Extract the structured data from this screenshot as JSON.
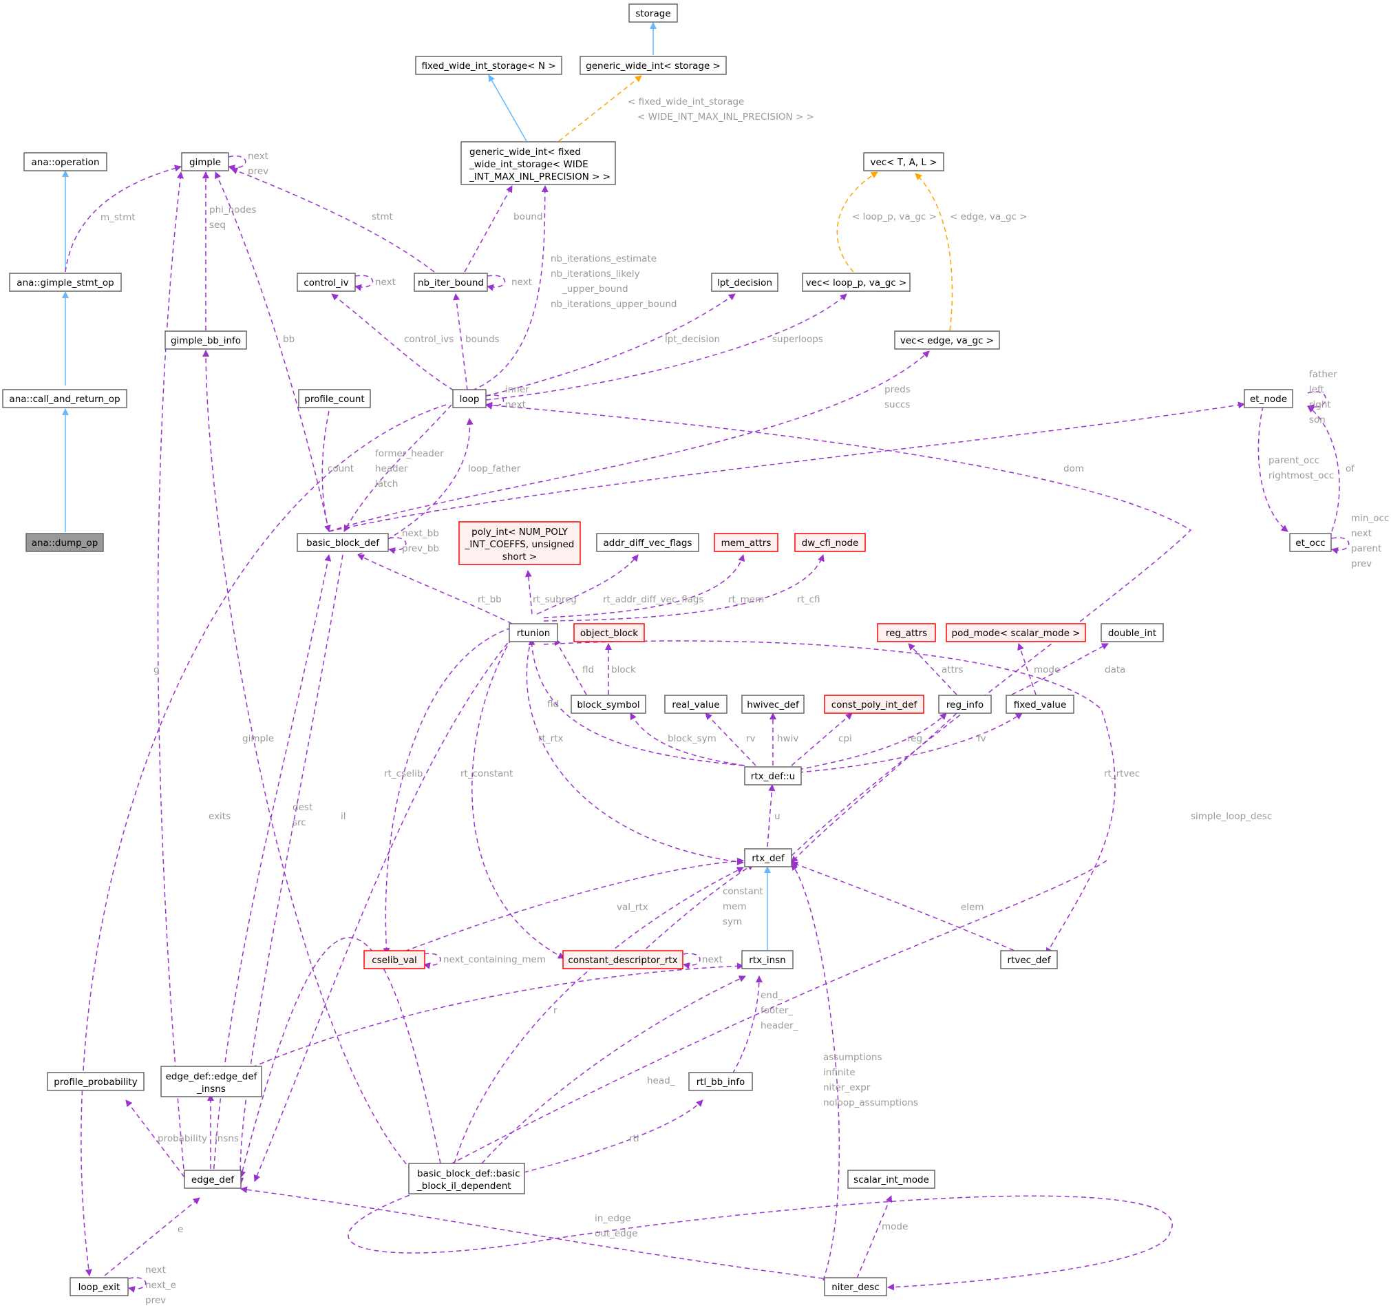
{
  "colors": {
    "node_border": "#666666",
    "red_node_border": "#ff0000",
    "red_node_fill": "#fff0f0",
    "highlighted_node_fill": "#999999",
    "usage_edge": "#9a32cd",
    "inheritance_edge": "#63b8ff",
    "template_edge": "#ffa500",
    "edge_label": "#9a9a9a"
  },
  "nodes": [
    {
      "id": "storage",
      "lines": [
        "storage"
      ]
    },
    {
      "id": "fixed_wide_int_storage",
      "lines": [
        "fixed_wide_int_storage< N >"
      ]
    },
    {
      "id": "generic_wide_int_storage",
      "lines": [
        "generic_wide_int< storage >"
      ]
    },
    {
      "id": "ana_operation",
      "lines": [
        "ana::operation"
      ]
    },
    {
      "id": "gimple",
      "lines": [
        "gimple"
      ]
    },
    {
      "id": "generic_wide_int_fixed",
      "lines": [
        "generic_wide_int< fixed",
        "_wide_int_storage< WIDE",
        "_INT_MAX_INL_PRECISION > >"
      ]
    },
    {
      "id": "vec_tal",
      "lines": [
        "vec< T, A, L >"
      ]
    },
    {
      "id": "ana_gimple_stmt_op",
      "lines": [
        "ana::gimple_stmt_op"
      ]
    },
    {
      "id": "control_iv",
      "lines": [
        "control_iv"
      ]
    },
    {
      "id": "nb_iter_bound",
      "lines": [
        "nb_iter_bound"
      ]
    },
    {
      "id": "lpt_decision",
      "lines": [
        "lpt_decision"
      ]
    },
    {
      "id": "vec_loop_p",
      "lines": [
        "vec< loop_p, va_gc >"
      ]
    },
    {
      "id": "gimple_bb_info",
      "lines": [
        "gimple_bb_info"
      ]
    },
    {
      "id": "vec_edge",
      "lines": [
        "vec< edge, va_gc >"
      ]
    },
    {
      "id": "ana_call_and_return_op",
      "lines": [
        "ana::call_and_return_op"
      ]
    },
    {
      "id": "profile_count",
      "lines": [
        "profile_count"
      ]
    },
    {
      "id": "loop",
      "lines": [
        "loop"
      ]
    },
    {
      "id": "et_node",
      "lines": [
        "et_node"
      ]
    },
    {
      "id": "ana_dump_op",
      "lines": [
        "ana::dump_op"
      ]
    },
    {
      "id": "basic_block_def",
      "lines": [
        "basic_block_def"
      ]
    },
    {
      "id": "poly_int",
      "lines": [
        "poly_int< NUM_POLY",
        "_INT_COEFFS, unsigned",
        "short >"
      ]
    },
    {
      "id": "addr_diff_vec_flags",
      "lines": [
        "addr_diff_vec_flags"
      ]
    },
    {
      "id": "mem_attrs",
      "lines": [
        "mem_attrs"
      ]
    },
    {
      "id": "dw_cfi_node",
      "lines": [
        "dw_cfi_node"
      ]
    },
    {
      "id": "et_occ",
      "lines": [
        "et_occ"
      ]
    },
    {
      "id": "rtunion",
      "lines": [
        "rtunion"
      ]
    },
    {
      "id": "object_block",
      "lines": [
        "object_block"
      ]
    },
    {
      "id": "reg_attrs",
      "lines": [
        "reg_attrs"
      ]
    },
    {
      "id": "pod_mode",
      "lines": [
        "pod_mode< scalar_mode >"
      ]
    },
    {
      "id": "double_int",
      "lines": [
        "double_int"
      ]
    },
    {
      "id": "block_symbol",
      "lines": [
        "block_symbol"
      ]
    },
    {
      "id": "real_value",
      "lines": [
        "real_value"
      ]
    },
    {
      "id": "hwivec_def",
      "lines": [
        "hwivec_def"
      ]
    },
    {
      "id": "const_poly_int_def",
      "lines": [
        "const_poly_int_def"
      ]
    },
    {
      "id": "reg_info",
      "lines": [
        "reg_info"
      ]
    },
    {
      "id": "fixed_value",
      "lines": [
        "fixed_value"
      ]
    },
    {
      "id": "rtx_def_u",
      "lines": [
        "rtx_def::u"
      ]
    },
    {
      "id": "rtx_def",
      "lines": [
        "rtx_def"
      ]
    },
    {
      "id": "cselib_val",
      "lines": [
        "cselib_val"
      ]
    },
    {
      "id": "constant_descriptor_rtx",
      "lines": [
        "constant_descriptor_rtx"
      ]
    },
    {
      "id": "rtx_insn",
      "lines": [
        "rtx_insn"
      ]
    },
    {
      "id": "rtvec_def",
      "lines": [
        "rtvec_def"
      ]
    },
    {
      "id": "profile_probability",
      "lines": [
        "profile_probability"
      ]
    },
    {
      "id": "edge_def_insns",
      "lines": [
        "edge_def::edge_def",
        "_insns"
      ]
    },
    {
      "id": "rtl_bb_info",
      "lines": [
        "rtl_bb_info"
      ]
    },
    {
      "id": "edge_def",
      "lines": [
        "edge_def"
      ]
    },
    {
      "id": "bb_il_dependent",
      "lines": [
        "basic_block_def::basic",
        "_block_il_dependent"
      ]
    },
    {
      "id": "scalar_int_mode",
      "lines": [
        "scalar_int_mode"
      ]
    },
    {
      "id": "loop_exit",
      "lines": [
        "loop_exit"
      ]
    },
    {
      "id": "niter_desc",
      "lines": [
        "niter_desc"
      ]
    }
  ],
  "edge_labels": [
    {
      "id": "lbl_fixed_storage_1",
      "text": "< fixed_wide_int_storage"
    },
    {
      "id": "lbl_fixed_storage_2",
      "text": "< WIDE_INT_MAX_INL_PRECISION > >"
    },
    {
      "id": "lbl_gimple_next",
      "text": "next"
    },
    {
      "id": "lbl_gimple_prev",
      "text": "prev"
    },
    {
      "id": "lbl_m_stmt",
      "text": "m_stmt"
    },
    {
      "id": "lbl_phi_nodes",
      "text": "phi_nodes"
    },
    {
      "id": "lbl_seq",
      "text": "seq"
    },
    {
      "id": "lbl_stmt",
      "text": "stmt"
    },
    {
      "id": "lbl_bound",
      "text": "bound"
    },
    {
      "id": "lbl_vec_loop_p",
      "text": "< loop_p, va_gc >"
    },
    {
      "id": "lbl_vec_edge",
      "text": "< edge, va_gc >"
    },
    {
      "id": "lbl_nb_est",
      "text": "nb_iterations_estimate"
    },
    {
      "id": "lbl_nb_likely",
      "text": "nb_iterations_likely"
    },
    {
      "id": "lbl_nb_upper",
      "text": "_upper_bound"
    },
    {
      "id": "lbl_nb_upper_bound",
      "text": "nb_iterations_upper_bound"
    },
    {
      "id": "lbl_control_iv_next",
      "text": "next"
    },
    {
      "id": "lbl_nb_iter_next",
      "text": "next"
    },
    {
      "id": "lbl_control_ivs",
      "text": "control_ivs"
    },
    {
      "id": "lbl_bounds",
      "text": "bounds"
    },
    {
      "id": "lbl_lpt_decision",
      "text": "lpt_decision"
    },
    {
      "id": "lbl_superloops",
      "text": "superloops"
    },
    {
      "id": "lbl_bb",
      "text": "bb"
    },
    {
      "id": "lbl_inner",
      "text": "inner"
    },
    {
      "id": "lbl_next_loop",
      "text": "next"
    },
    {
      "id": "lbl_preds",
      "text": "preds"
    },
    {
      "id": "lbl_succs",
      "text": "succs"
    },
    {
      "id": "lbl_father",
      "text": "father"
    },
    {
      "id": "lbl_left",
      "text": "left"
    },
    {
      "id": "lbl_right",
      "text": "right"
    },
    {
      "id": "lbl_son",
      "text": "son"
    },
    {
      "id": "lbl_former_header",
      "text": "former_header"
    },
    {
      "id": "lbl_header",
      "text": "header"
    },
    {
      "id": "lbl_latch",
      "text": "latch"
    },
    {
      "id": "lbl_count",
      "text": "count"
    },
    {
      "id": "lbl_loop_father",
      "text": "loop_father"
    },
    {
      "id": "lbl_dom",
      "text": "dom"
    },
    {
      "id": "lbl_parent_occ",
      "text": "parent_occ"
    },
    {
      "id": "lbl_rightmost_occ",
      "text": "rightmost_occ"
    },
    {
      "id": "lbl_of",
      "text": "of"
    },
    {
      "id": "lbl_min_occ",
      "text": "min_occ"
    },
    {
      "id": "lbl_occ_next",
      "text": "next"
    },
    {
      "id": "lbl_occ_parent",
      "text": "parent"
    },
    {
      "id": "lbl_occ_prev",
      "text": "prev"
    },
    {
      "id": "lbl_next_bb",
      "text": "next_bb"
    },
    {
      "id": "lbl_prev_bb",
      "text": "prev_bb"
    },
    {
      "id": "lbl_rt_bb",
      "text": "rt_bb"
    },
    {
      "id": "lbl_rt_subreg",
      "text": "rt_subreg"
    },
    {
      "id": "lbl_rt_addr_diff",
      "text": "rt_addr_diff_vec_flags"
    },
    {
      "id": "lbl_rt_mem",
      "text": "rt_mem"
    },
    {
      "id": "lbl_rt_cfi",
      "text": "rt_cfi"
    },
    {
      "id": "lbl_fld_1",
      "text": "fld"
    },
    {
      "id": "lbl_block",
      "text": "block"
    },
    {
      "id": "lbl_attrs",
      "text": "attrs"
    },
    {
      "id": "lbl_mode_1",
      "text": "mode"
    },
    {
      "id": "lbl_data",
      "text": "data"
    },
    {
      "id": "lbl_fld_2",
      "text": "fld"
    },
    {
      "id": "lbl_g",
      "text": "g"
    },
    {
      "id": "lbl_rt_rtx",
      "text": "rt_rtx"
    },
    {
      "id": "lbl_block_sym",
      "text": "block_sym"
    },
    {
      "id": "lbl_rv",
      "text": "rv"
    },
    {
      "id": "lbl_hwiv",
      "text": "hwiv"
    },
    {
      "id": "lbl_cpi",
      "text": "cpi"
    },
    {
      "id": "lbl_reg",
      "text": "reg"
    },
    {
      "id": "lbl_fv",
      "text": "fv"
    },
    {
      "id": "lbl_gimple_dep",
      "text": "gimple"
    },
    {
      "id": "lbl_rt_cselib",
      "text": "rt_cselib"
    },
    {
      "id": "lbl_rt_constant",
      "text": "rt_constant"
    },
    {
      "id": "lbl_rt_rtvec",
      "text": "rt_rtvec"
    },
    {
      "id": "lbl_u",
      "text": "u"
    },
    {
      "id": "lbl_exits",
      "text": "exits"
    },
    {
      "id": "lbl_dest",
      "text": "dest"
    },
    {
      "id": "lbl_src",
      "text": "src"
    },
    {
      "id": "lbl_il",
      "text": "il"
    },
    {
      "id": "lbl_simple_loop_desc",
      "text": "simple_loop_desc"
    },
    {
      "id": "lbl_constant",
      "text": "constant"
    },
    {
      "id": "lbl_mem",
      "text": "mem"
    },
    {
      "id": "lbl_sym",
      "text": "sym"
    },
    {
      "id": "lbl_val_rtx",
      "text": "val_rtx"
    },
    {
      "id": "lbl_elem",
      "text": "elem"
    },
    {
      "id": "lbl_next_containing_mem",
      "text": "next_containing_mem"
    },
    {
      "id": "lbl_cd_next",
      "text": "next"
    },
    {
      "id": "lbl_r",
      "text": "r"
    },
    {
      "id": "lbl_end",
      "text": "end_"
    },
    {
      "id": "lbl_footer",
      "text": "footer_"
    },
    {
      "id": "lbl_header_",
      "text": "header_"
    },
    {
      "id": "lbl_assumptions",
      "text": "assumptions"
    },
    {
      "id": "lbl_infinite",
      "text": "infinite"
    },
    {
      "id": "lbl_niter_expr",
      "text": "niter_expr"
    },
    {
      "id": "lbl_noloop_assumptions",
      "text": "noloop_assumptions"
    },
    {
      "id": "lbl_head",
      "text": "head_"
    },
    {
      "id": "lbl_probability",
      "text": "probability"
    },
    {
      "id": "lbl_insns",
      "text": "insns"
    },
    {
      "id": "lbl_rtl",
      "text": "rtl"
    },
    {
      "id": "lbl_in_edge",
      "text": "in_edge"
    },
    {
      "id": "lbl_out_edge",
      "text": "out_edge"
    },
    {
      "id": "lbl_mode_2",
      "text": "mode"
    },
    {
      "id": "lbl_e",
      "text": "e"
    },
    {
      "id": "lbl_exit_next",
      "text": "next"
    },
    {
      "id": "lbl_exit_next_e",
      "text": "next_e"
    },
    {
      "id": "lbl_exit_prev",
      "text": "prev"
    }
  ]
}
